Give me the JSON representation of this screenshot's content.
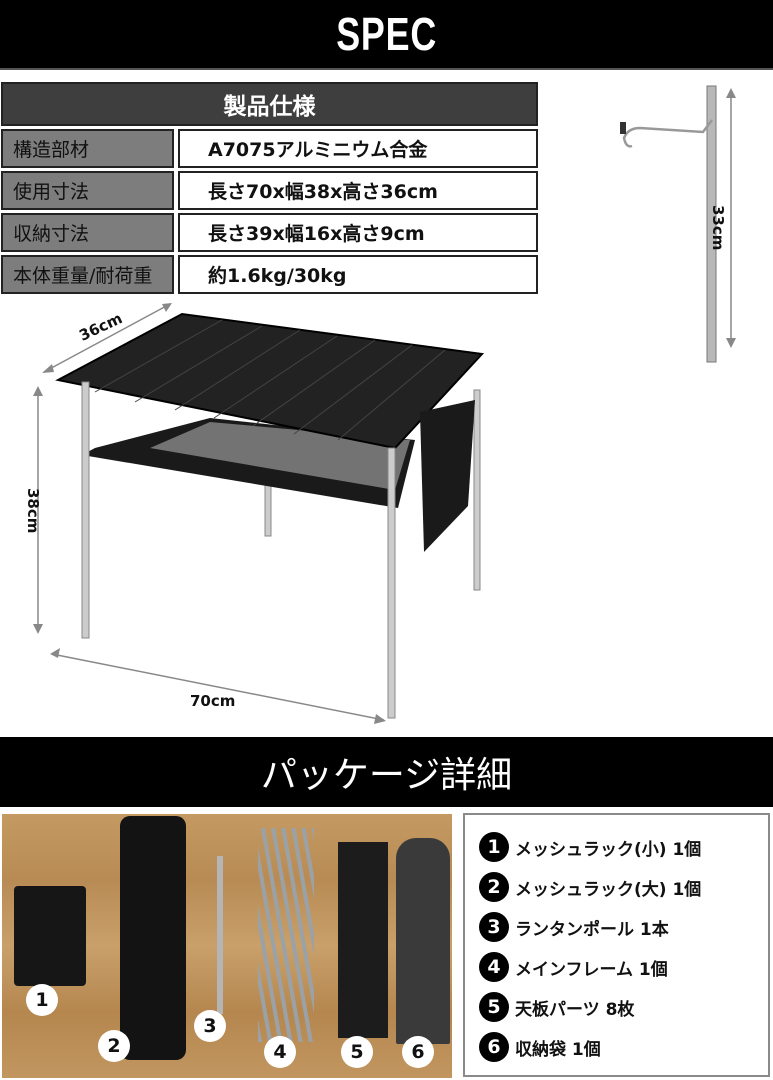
{
  "header": {
    "title": "SPEC"
  },
  "spec_table": {
    "title": "製品仕様",
    "rows": [
      {
        "label": "構造部材",
        "value": "A7075アルミニウム合金"
      },
      {
        "label": "使用寸法",
        "value": "長さ70x幅38x高さ36cm"
      },
      {
        "label": "収納寸法",
        "value": "長さ39x幅16x高さ9cm"
      },
      {
        "label": "本体重量/耐荷重",
        "value": "約1.6kg/30kg"
      }
    ]
  },
  "product_image": {
    "dimensions": {
      "depth": "36cm",
      "height": "38cm",
      "length": "70cm",
      "pole_height": "33cm"
    },
    "colors": {
      "tabletop": "#1e1e1e",
      "legs": "#c8c8c8",
      "mesh": "#2a2a2a"
    }
  },
  "package": {
    "title": "パッケージ詳細",
    "photo_numbers": [
      "1",
      "2",
      "3",
      "4",
      "5",
      "6"
    ],
    "items": [
      {
        "num": "1",
        "text": "メッシュラック(小) 1個"
      },
      {
        "num": "2",
        "text": "メッシュラック(大) 1個"
      },
      {
        "num": "3",
        "text": "ランタンポール 1本"
      },
      {
        "num": "4",
        "text": "メインフレーム 1個"
      },
      {
        "num": "5",
        "text": "天板パーツ 8枚"
      },
      {
        "num": "6",
        "text": "収納袋 1個"
      }
    ]
  }
}
